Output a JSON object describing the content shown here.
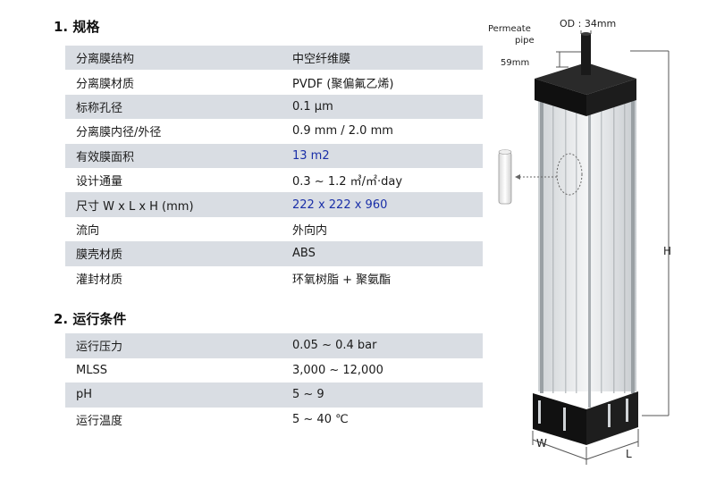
{
  "spec": {
    "title": "1. 规格",
    "rows": [
      {
        "k": "分离膜结构",
        "v": "中空纤维膜",
        "blue": false
      },
      {
        "k": "分离膜材质",
        "v": "PVDF (聚偏氟乙烯)",
        "blue": false
      },
      {
        "k": "标称孔径",
        "v": "0.1 μm",
        "blue": false
      },
      {
        "k": "分离膜内径/外径",
        "v": "0.9 mm / 2.0 mm",
        "blue": false
      },
      {
        "k": "有效膜面积",
        "v": "13 m2",
        "blue": true
      },
      {
        "k": "设计通量",
        "v": "0.3 ~ 1.2 ㎥/㎡·day",
        "blue": false
      },
      {
        "k": "尺寸 W x L x H (mm)",
        "v": "222 x 222 x 960",
        "blue": true
      },
      {
        "k": "流向",
        "v": "外向内",
        "blue": false
      },
      {
        "k": "膜壳材质",
        "v": "ABS",
        "blue": false
      },
      {
        "k": "灌封材质",
        "v": "环氧树脂 + 聚氨酯",
        "blue": false
      }
    ]
  },
  "conditions": {
    "title": "2. 运行条件",
    "rows": [
      {
        "k": "运行压力",
        "v": "0.05 ~ 0.4 bar"
      },
      {
        "k": "MLSS",
        "v": "3,000 ~ 12,000"
      },
      {
        "k": "pH",
        "v": "5 ~ 9"
      },
      {
        "k": "运行温度",
        "v": "5 ~ 40 ℃"
      }
    ]
  },
  "diagram": {
    "od_label": "OD : 34mm",
    "permeate_label_1": "Permeate",
    "permeate_label_2": "pipe",
    "dim_59": "59mm",
    "dim_h": "H",
    "dim_w": "W",
    "dim_l": "L"
  }
}
